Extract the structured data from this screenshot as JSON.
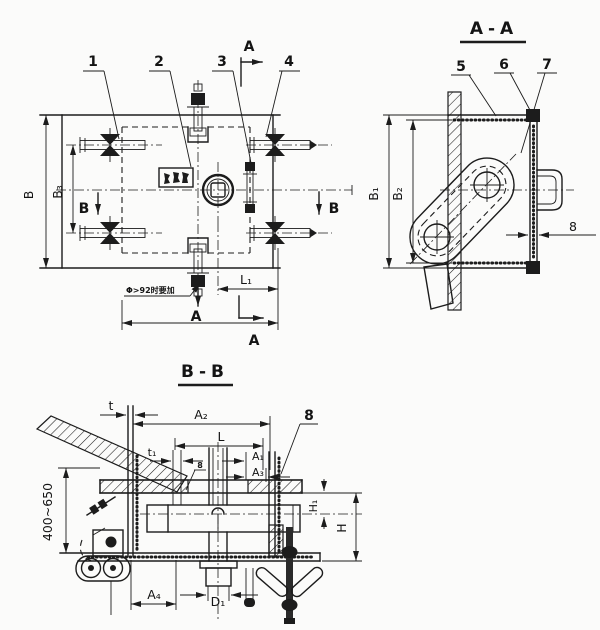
{
  "front_view": {
    "part_labels": {
      "p1": "1",
      "p2": "2",
      "p3": "3",
      "p4": "4"
    },
    "section_marks": {
      "a_top": "A",
      "a_bottom": "A",
      "a_right": "A",
      "b_left": "B",
      "b_right": "B"
    },
    "dimensions": {
      "b": "B",
      "b3": "B₃",
      "l1": "L₁"
    },
    "note": "Φ>92时要加"
  },
  "section_aa": {
    "title": "A-A",
    "part_labels": {
      "p5": "5",
      "p6": "6",
      "p7": "7"
    },
    "dimensions": {
      "b1": "B₁",
      "b2": "B₂",
      "wall": "8"
    }
  },
  "section_bb": {
    "title": "B-B",
    "part_labels": {
      "p8": "8",
      "p8_gasket": "8"
    },
    "dimensions": {
      "t": "t",
      "t1": "t₁",
      "a1": "A₁",
      "a2": "A₂",
      "a3": "A₃",
      "a4": "A₄",
      "l": "L",
      "h": "H",
      "h1": "H₁",
      "d1": "D₁",
      "height_range": "400~650"
    }
  }
}
